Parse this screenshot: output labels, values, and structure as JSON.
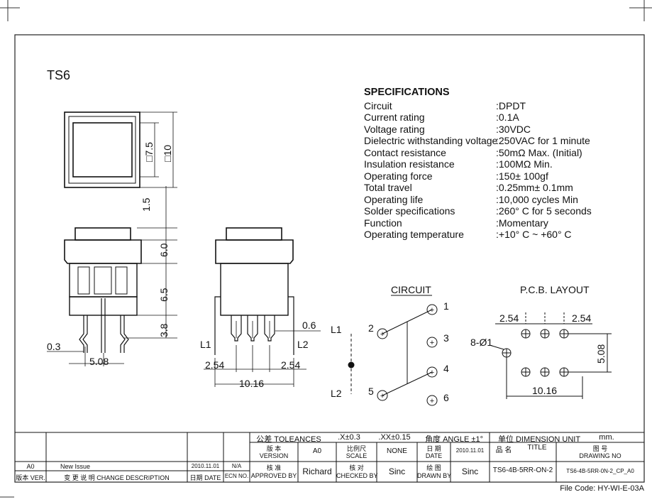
{
  "title": "TS6",
  "specifications": {
    "heading": "SPECIFICATIONS",
    "rows": [
      {
        "label": "Circuit",
        "value": ":DPDT"
      },
      {
        "label": "Current rating",
        "value": ":0.1A"
      },
      {
        "label": "Voltage rating",
        "value": ":30VDC"
      },
      {
        "label": "Dielectric withstanding voltage",
        "value": ":250VAC for 1 minute"
      },
      {
        "label": "Contact resistance",
        "value": ":50mΩ  Max. (Initial)"
      },
      {
        "label": "Insulation resistance",
        "value": ":100MΩ  Min."
      },
      {
        "label": "Operating force",
        "value": ":150± 100gf"
      },
      {
        "label": "Total travel",
        "value": ":0.25mm± 0.1mm"
      },
      {
        "label": "Operating life",
        "value": ":10,000 cycles Min"
      },
      {
        "label": "Solder specifications",
        "value": ":260° C for 5 seconds"
      },
      {
        "label": "Function",
        "value": ":Momentary"
      },
      {
        "label": "Operating temperature",
        "value": ":+10° C ~ +60° C"
      }
    ]
  },
  "dimensions": {
    "top_inner": "□7.5",
    "top_outer": "□10",
    "d_1_5": "1.5",
    "d_6_0": "6.0",
    "d_6_5": "6.5",
    "d_3_8": "3.8",
    "d_0_3": "0.3",
    "d_5_08": "5.08",
    "d_0_6": "0.6",
    "d_2_54_left": "2.54",
    "d_2_54_right": "2.54",
    "d_10_16": "10.16",
    "lead_L1": "L1",
    "lead_L2": "L2"
  },
  "circuit": {
    "heading": "CIRCUIT",
    "L1": "L1",
    "L2": "L2",
    "pins": [
      "1",
      "2",
      "3",
      "4",
      "5",
      "6"
    ]
  },
  "pcb": {
    "heading": "P.C.B. LAYOUT",
    "pitch_left": "2.54",
    "pitch_right": "2.54",
    "hole": "8-Ø1",
    "row_spacing": "5.08",
    "width": "10.16"
  },
  "title_block": {
    "tolerances_label": "公差 TOLEANCES",
    "tol_x": ".X±0.3",
    "tol_xx": ".XX±0.15",
    "angle": "角度 ANGLE ±1°",
    "unit_label": "单位  DIMENSION UNIT",
    "unit_value": "mm.",
    "version_cn": "版 本",
    "version_en": "VERSION",
    "version_value": "A0",
    "scale_cn": "比例尺",
    "scale_en": "SCALE",
    "scale_value": "NONE",
    "date_cn": "日 期",
    "date_en": "DATE",
    "date_value": "2010.11.01",
    "title_cn": "品 名",
    "title_en": "TITLE",
    "drawing_no_cn": "图 号",
    "drawing_no_en": "DRAWING NO",
    "rev_a0": "A0",
    "new_issue": "New Issue",
    "rev_date": "2010.11.01",
    "ecn": "N/A",
    "approved_cn": "核 准",
    "approved_en": "APPROVED BY",
    "approved_value": "Richard",
    "checked_cn": "核 对",
    "checked_en": "CHECKED BY",
    "checked_value": "Sinc",
    "drawn_cn": "绘 图",
    "drawn_en": "DRAWN BY",
    "drawn_value": "Sinc",
    "title_value": "TS6-4B-5RR-ON-2",
    "drawing_no_value": "TS6-4B-5RR-0N-2_CP_A0",
    "col_ver": "版本 VER.",
    "col_change": "变 更 说 明  CHANGE DESCRIPTION",
    "col_date": "日期 DATE",
    "col_ecn": "ECN NO."
  },
  "file_code": "File Code: HY-WI-E-03A"
}
